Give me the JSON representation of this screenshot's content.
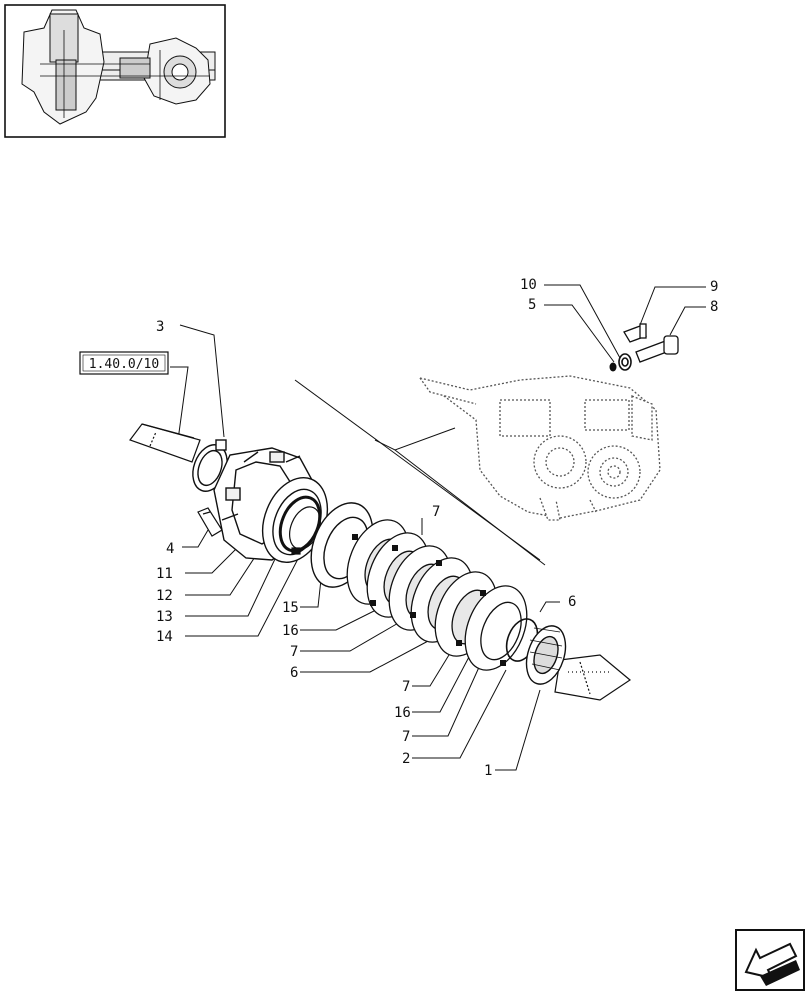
{
  "diagram": {
    "reference_box": "1.40.0/10",
    "callouts": {
      "c1": "1",
      "c2": "2",
      "c3": "3",
      "c4": "4",
      "c5": "5",
      "c6a": "6",
      "c6b": "6",
      "c7a": "7",
      "c7b": "7",
      "c7c": "7",
      "c7d": "7",
      "c8": "8",
      "c9": "9",
      "c10": "10",
      "c11": "11",
      "c12": "12",
      "c13": "13",
      "c14": "14",
      "c15": "15",
      "c16a": "16",
      "c16b": "16"
    }
  },
  "nav": {
    "icon": "next-page-arrow-icon"
  },
  "colors": {
    "ink": "#111111",
    "dots": "#555555",
    "background": "#ffffff"
  }
}
